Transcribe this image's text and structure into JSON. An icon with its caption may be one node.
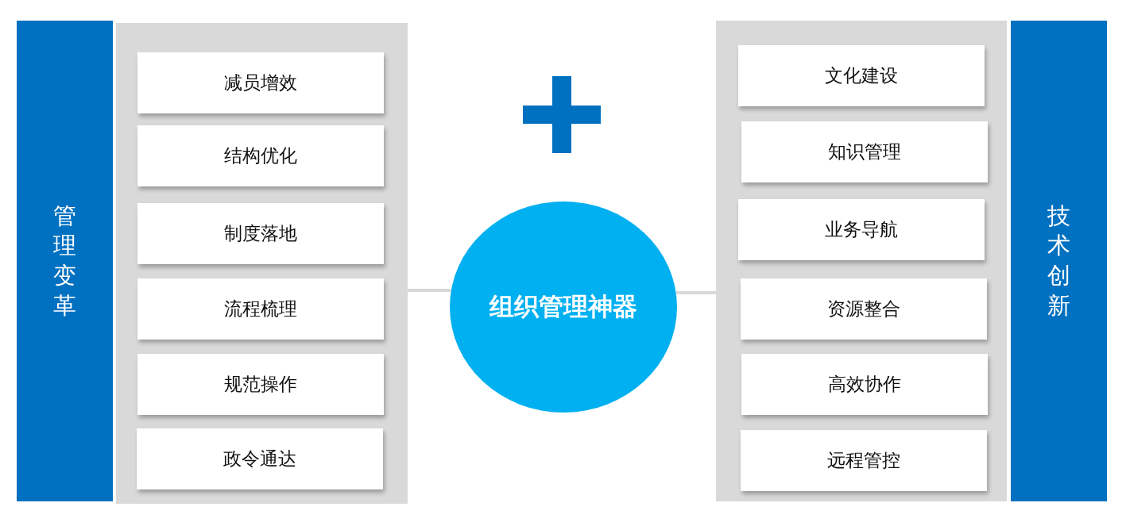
{
  "diagram": {
    "nodes": [
      {
        "text": [
          "管理变革"
        ]
      },
      {
        "text": [],
        "shape": "box"
      },
      {
        "text": [
          "减员增效"
        ],
        "in": 1
      },
      {
        "text": [
          "结构优化"
        ],
        "in": 1
      },
      {
        "text": [
          "制度落地"
        ],
        "in": 1
      },
      {
        "text": [
          "流程梳理"
        ],
        "in": 1
      },
      {
        "text": [
          "规范操作"
        ],
        "in": 1
      },
      {
        "text": [
          "政令通达"
        ],
        "in": 1
      },
      {
        "text": [
          "组织管理神器"
        ]
      },
      {
        "text": [],
        "shape": "box"
      },
      {
        "text": [
          "文化建设"
        ],
        "in": 9
      },
      {
        "text": [
          "知识管理"
        ],
        "in": 9
      },
      {
        "text": [
          "业务导航"
        ],
        "in": 9
      },
      {
        "text": [
          "资源整合"
        ],
        "in": 9
      },
      {
        "text": [
          "高效协作"
        ],
        "in": 9
      },
      {
        "text": [
          "远程管控"
        ],
        "in": 9
      },
      {
        "text": [
          "技术创新"
        ]
      }
    ],
    "edges": [
      {
        "from": 1,
        "to": 8,
        "arrow": "none"
      },
      {
        "from": 8,
        "to": 9,
        "arrow": "none"
      }
    ]
  }
}
